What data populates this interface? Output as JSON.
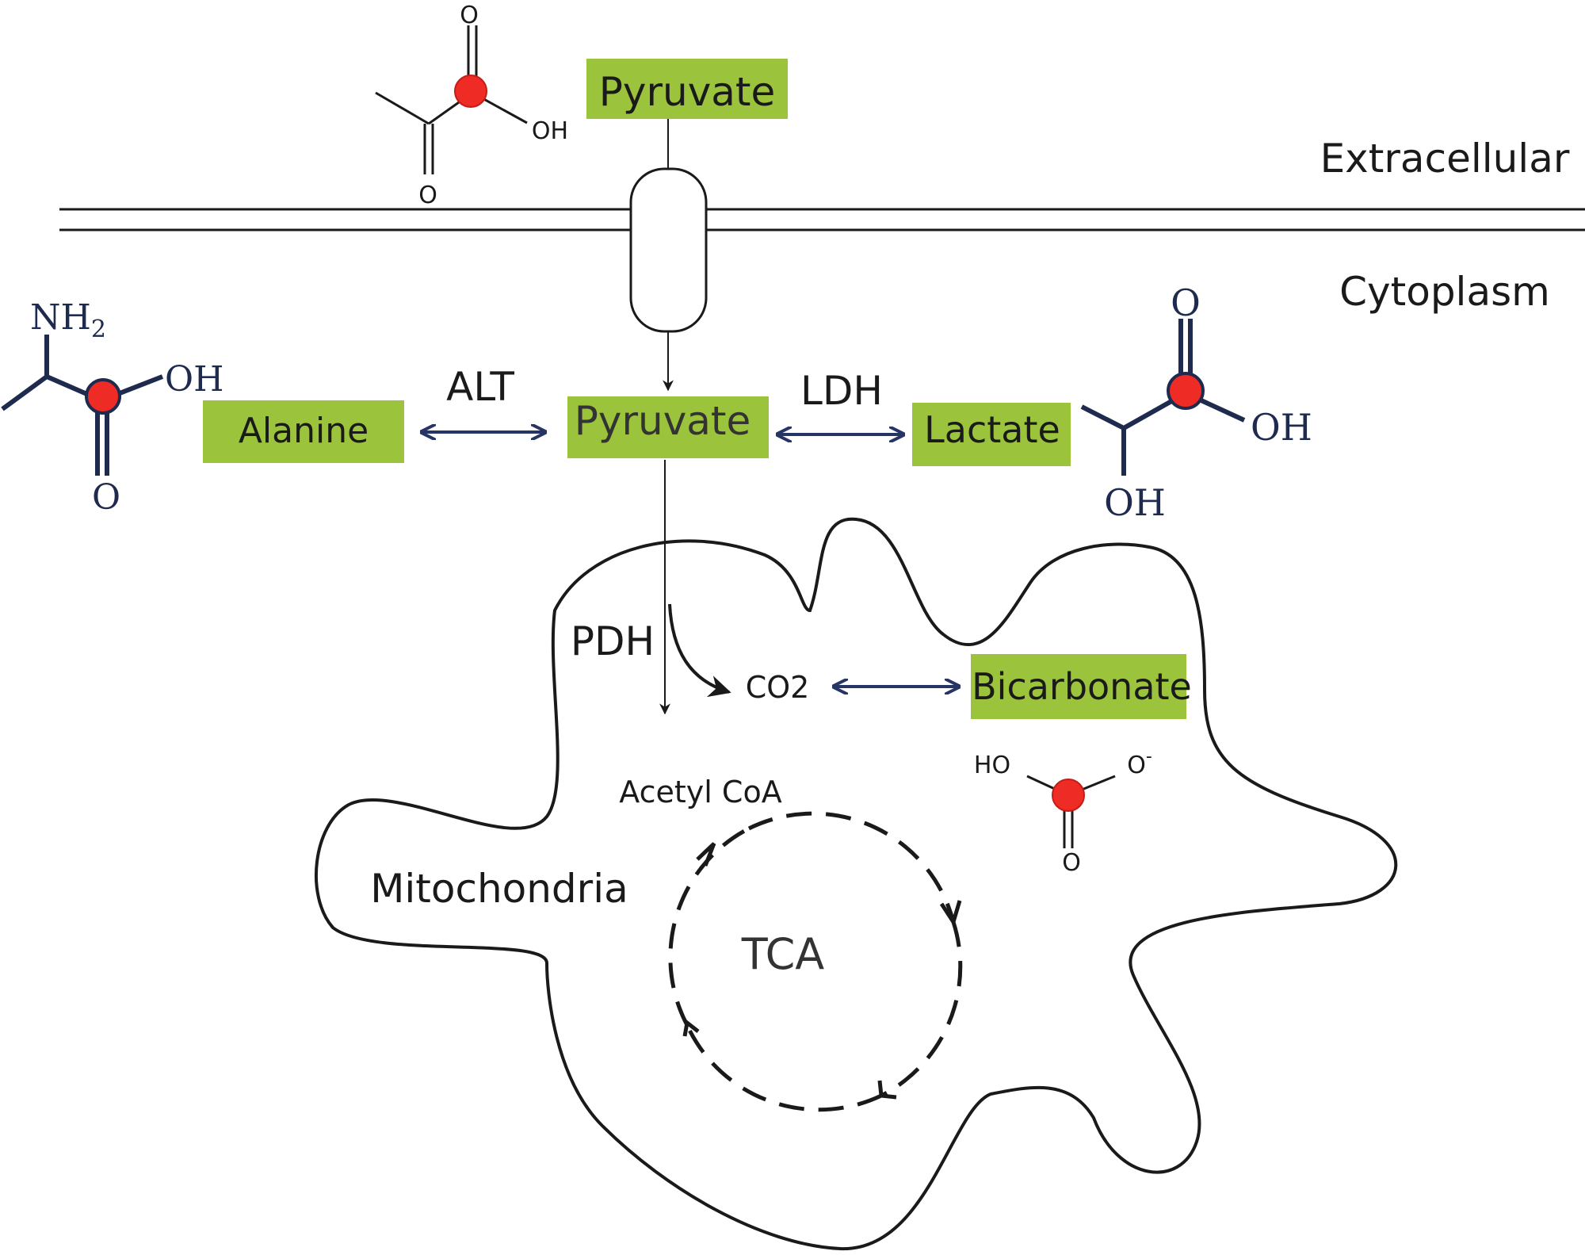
{
  "regions": {
    "extracellular": "Extracellular",
    "cytoplasm": "Cytoplasm",
    "mitochondria": "Mitochondria"
  },
  "metabolites": {
    "pyruvate_extracellular": "Pyruvate",
    "pyruvate_cytoplasm": "Pyruvate",
    "alanine": "Alanine",
    "lactate": "Lactate",
    "bicarbonate": "Bicarbonate",
    "co2": "CO2",
    "acetyl_coa": "Acetyl CoA",
    "tca": "TCA"
  },
  "enzymes": {
    "alt": "ALT",
    "ldh": "LDH",
    "pdh": "PDH"
  },
  "structures": {
    "pyruvate": {
      "o_top": "O",
      "o_bottom": "O",
      "oh": "OH"
    },
    "alanine": {
      "nh2": "NH",
      "nh2_sub": "2",
      "oh": "OH",
      "o": "O"
    },
    "lactate": {
      "o_top": "O",
      "oh_right": "OH",
      "oh_bottom": "OH"
    },
    "bicarbonate": {
      "ho": "HO",
      "o_minus": "O",
      "charge": "-",
      "o": "O"
    }
  },
  "colors": {
    "label_box": "#9bc33b",
    "atom_highlight": "#ee2b24",
    "bond_navy": "#1f2a4f",
    "line": "#1a1a1a",
    "arrow_navy": "#263565"
  }
}
